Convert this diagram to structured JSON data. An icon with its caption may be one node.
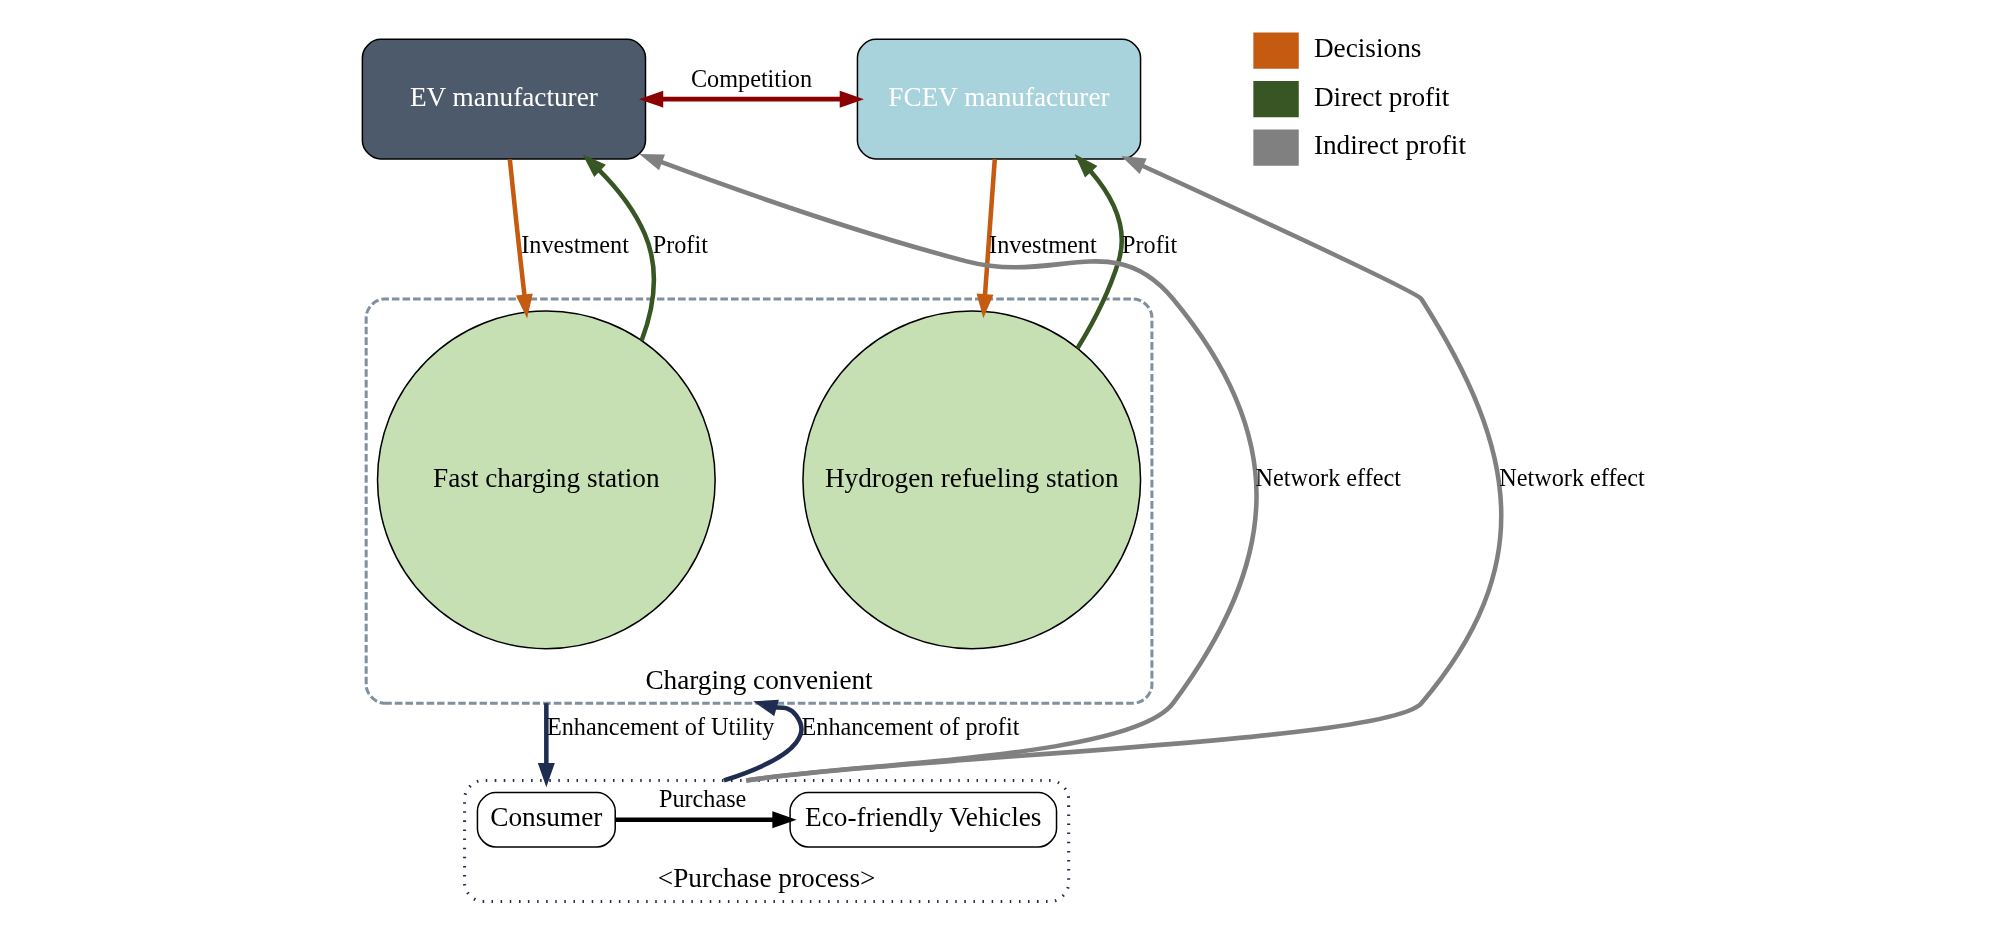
{
  "diagram": {
    "nodes": [
      {
        "text": [
          "EV manufacturer"
        ]
      },
      {
        "text": [
          "FCEV manufacturer"
        ]
      },
      {
        "text": [
          "Charging convenient"
        ]
      },
      {
        "text": [
          "Fast charging station"
        ],
        "in": 2
      },
      {
        "text": [
          "Hydrogen refueling station"
        ],
        "in": 2
      },
      {
        "text": [
          "<Purchase process>"
        ]
      },
      {
        "text": [
          "Consumer"
        ],
        "in": 5
      },
      {
        "text": [
          "Eco-friendly Vehicles"
        ],
        "in": 5
      }
    ],
    "edges": [
      {
        "from": 0,
        "to": 1,
        "arrow": "both",
        "label": "Competition",
        "color": "#8b0000"
      },
      {
        "from": 0,
        "to": 3,
        "arrow": "to",
        "label": "Investment",
        "color": "#c55a11"
      },
      {
        "from": 1,
        "to": 4,
        "arrow": "to",
        "label": "Investment",
        "color": "#c55a11"
      },
      {
        "from": 3,
        "to": 0,
        "arrow": "to",
        "label": "Profit",
        "color": "#375623"
      },
      {
        "from": 4,
        "to": 1,
        "arrow": "to",
        "label": "Profit",
        "color": "#375623"
      },
      {
        "from": 2,
        "to": 5,
        "arrow": "to",
        "label": "Enhancement of Utility",
        "color": "#1f2d50"
      },
      {
        "from": 5,
        "to": 2,
        "arrow": "to",
        "label": "Enhancement of profit",
        "color": "#1f2d50"
      },
      {
        "from": 6,
        "to": 7,
        "arrow": "to",
        "label": "Purchase",
        "color": "#000000"
      },
      {
        "from": 5,
        "to": 0,
        "arrow": "to",
        "label": "Network effect",
        "color": "#808080"
      },
      {
        "from": 5,
        "to": 1,
        "arrow": "to",
        "label": "Network effect",
        "color": "#808080"
      }
    ],
    "legend": [
      {
        "text": "Decisions",
        "color": "#c55a11"
      },
      {
        "text": "Direct profit",
        "color": "#375623"
      },
      {
        "text": "Indirect profit",
        "color": "#808080"
      }
    ]
  }
}
